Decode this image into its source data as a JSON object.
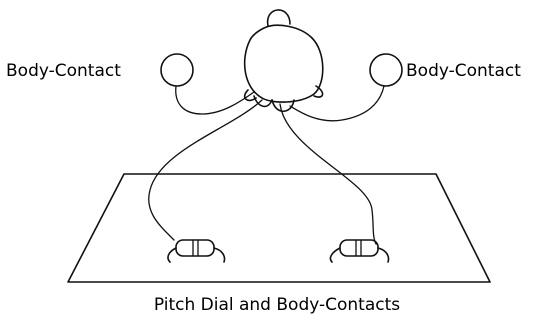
{
  "labels": {
    "left_contact": "Body-Contact",
    "right_contact": "Body-Contact",
    "caption": "Pitch Dial and Body-Contacts"
  },
  "colors": {
    "line": "#111111",
    "background": "#ffffff"
  }
}
